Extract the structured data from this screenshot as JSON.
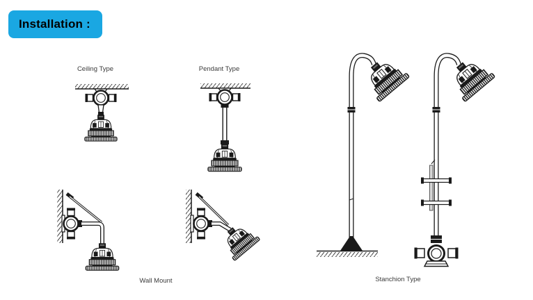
{
  "header": {
    "label": "Installation :"
  },
  "figures": {
    "ceiling": {
      "label": "Ceiling Type"
    },
    "pendant": {
      "label": "Pendant Type"
    },
    "wall": {
      "label": "Wall Mount"
    },
    "stanchion": {
      "label": "Stanchion Type"
    }
  },
  "colors": {
    "header_bg": "#1AA7E2",
    "header_text": "#000000",
    "line_color": "#1a1a1a",
    "label_color": "#3a3a3a",
    "background": "#ffffff"
  }
}
